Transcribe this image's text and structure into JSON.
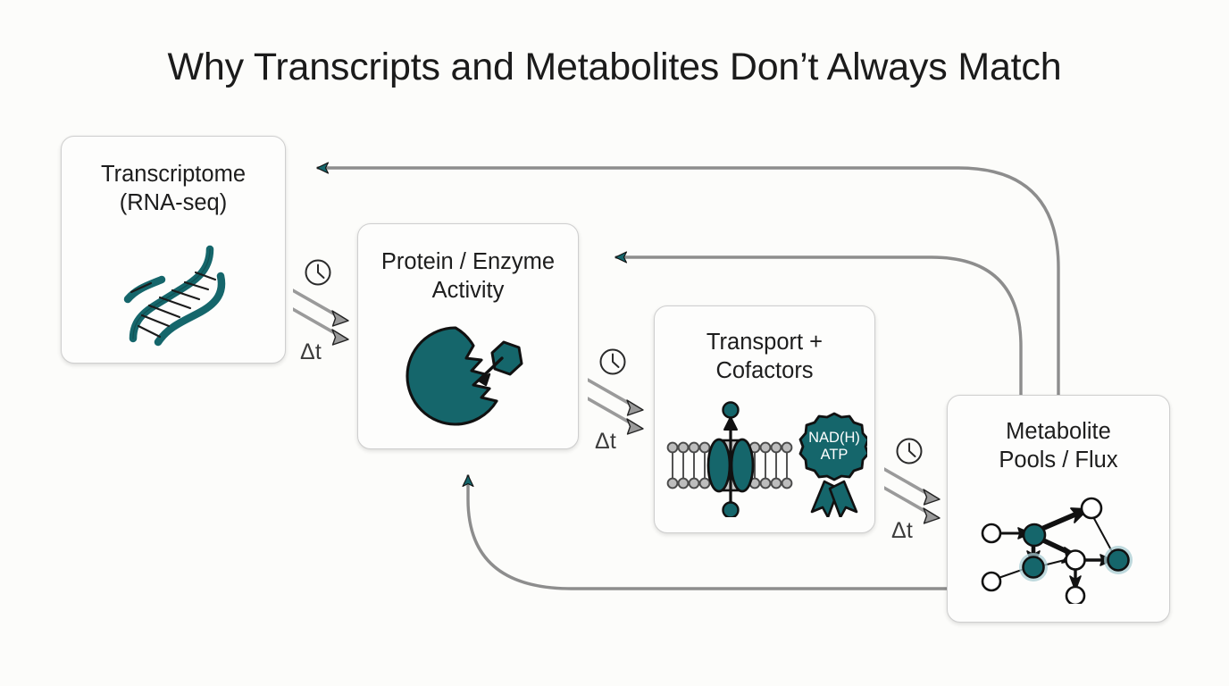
{
  "page": {
    "title": "Why Transcripts and Metabolites Don’t Always Match",
    "background_color": "#fcfcfa",
    "accent_color": "#15666b",
    "line_color": "#8d8d8d",
    "arrow_gray": "#9a9a9a",
    "text_color": "#1d1d1d"
  },
  "nodes": [
    {
      "id": "transcriptome",
      "label": "Transcriptome\n(RNA-seq)",
      "icon": "dna-double-helix-icon"
    },
    {
      "id": "protein",
      "label": "Protein / Enzyme\nActivity",
      "icon": "enzyme-substrate-binding-icon"
    },
    {
      "id": "transport",
      "label": "Transport +\nCofactors",
      "icon": "membrane-transporter-icon",
      "icon_secondary": "cofactor-badge-icon",
      "badge_line1": "NAD(H)",
      "badge_line2": "ATP"
    },
    {
      "id": "metabolite",
      "label": "Metabolite\nPools / Flux",
      "icon": "metabolic-network-graph-icon"
    }
  ],
  "delays": [
    {
      "id": "delay-1",
      "icon": "clock-icon",
      "label": "Δt"
    },
    {
      "id": "delay-2",
      "icon": "clock-icon",
      "label": "Δt"
    },
    {
      "id": "delay-3",
      "icon": "clock-icon",
      "label": "Δt"
    }
  ],
  "connections": [
    {
      "id": "transcriptome-to-protein",
      "kind": "forward-delay",
      "from": "transcriptome",
      "to": "protein"
    },
    {
      "id": "protein-to-transport",
      "kind": "forward-delay",
      "from": "protein",
      "to": "transport"
    },
    {
      "id": "transport-to-metabolite",
      "kind": "forward-delay",
      "from": "transport",
      "to": "metabolite"
    },
    {
      "id": "metabolite-to-transcriptome-feedback",
      "kind": "feedback",
      "from": "metabolite",
      "to": "transcriptome"
    },
    {
      "id": "metabolite-to-protein-feedback-top",
      "kind": "feedback",
      "from": "metabolite",
      "to": "protein"
    },
    {
      "id": "metabolite-to-protein-feedback-bottom",
      "kind": "feedback",
      "from": "metabolite",
      "to": "protein"
    }
  ]
}
